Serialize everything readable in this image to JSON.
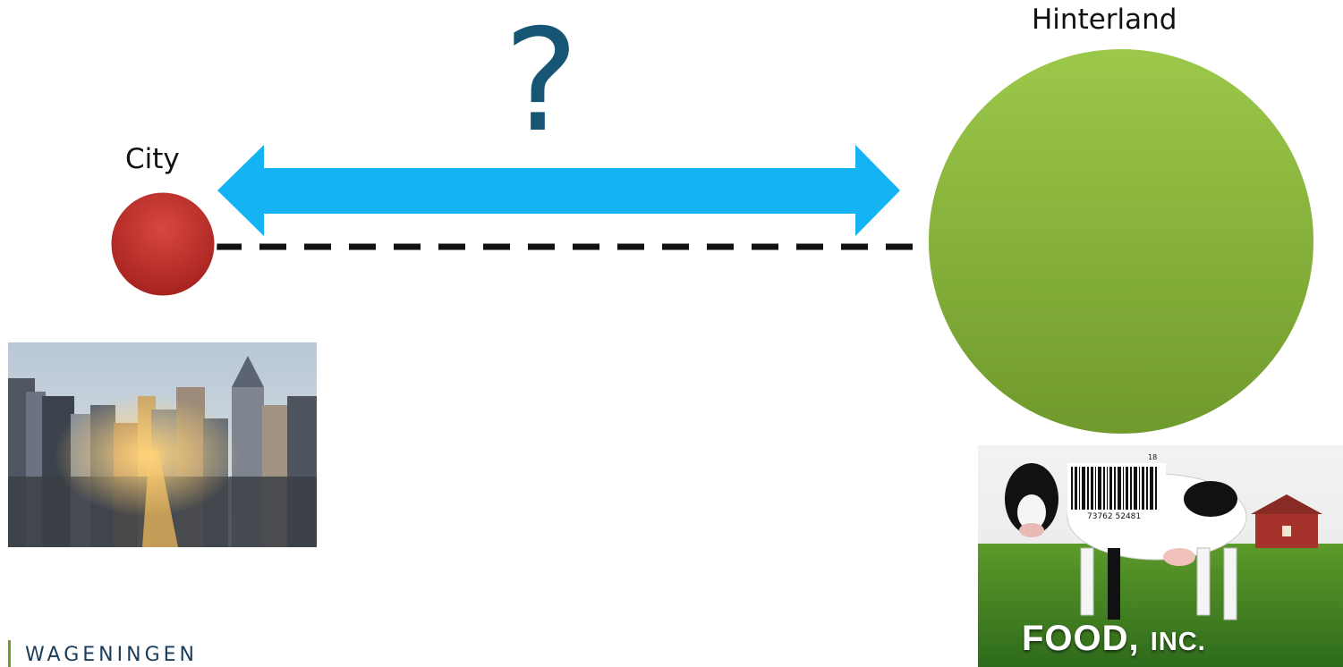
{
  "diagram": {
    "question_mark": "?",
    "city": {
      "label": "City",
      "color": "#c73a35"
    },
    "hinterland": {
      "label": "Hinterland",
      "color": "#8db63a"
    },
    "arrow_color": "#14b4f4",
    "connector_style": "dashed"
  },
  "images": {
    "city_photo": {
      "icon": "city-skyline-photo"
    },
    "food_photo": {
      "icon": "cow-farm-photo",
      "title_main": "FOOD,",
      "title_suffix": "INC.",
      "barcode_text": "73762 52481",
      "barcode_number": "18"
    }
  },
  "footer": {
    "logo_text": "WAGENINGEN"
  }
}
